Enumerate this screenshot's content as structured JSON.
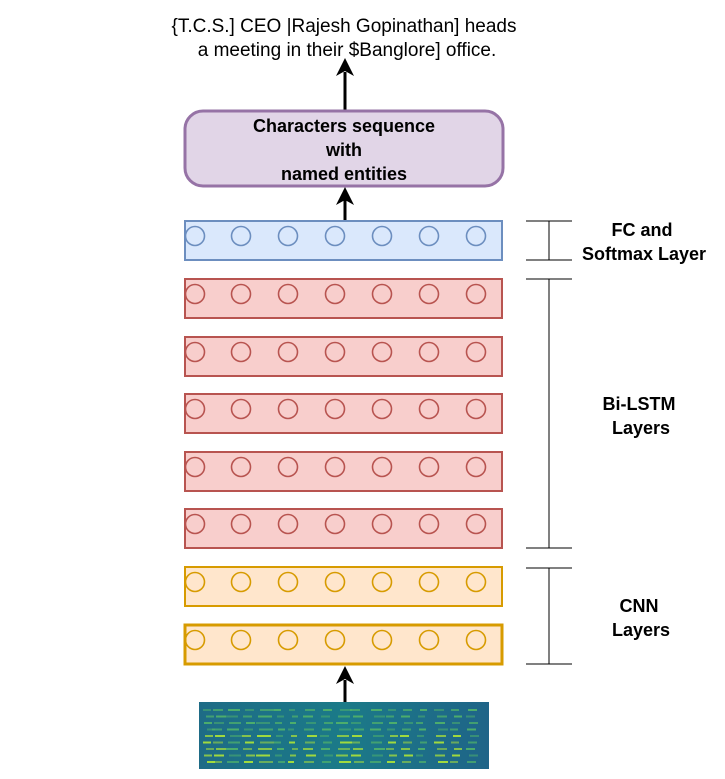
{
  "output_text": {
    "line1": "{T.C.S.] CEO |Rajesh Gopinathan] heads",
    "line2": "a meeting in their $Banglore] office."
  },
  "output_box": {
    "lines": [
      "Characters sequence",
      "with",
      "named entities"
    ],
    "fill": "#e1d5e7",
    "stroke": "#9673a6"
  },
  "layer_groups": [
    {
      "type": "fc",
      "lines": [
        "FC and",
        "Softmax Layer"
      ],
      "rows": 1,
      "fill": "#dae8fc",
      "stroke": "#6c8ebf"
    },
    {
      "type": "bilstm",
      "lines": [
        "Bi-LSTM",
        "Layers"
      ],
      "rows": 5,
      "fill": "#f8cecc",
      "stroke": "#b85450"
    },
    {
      "type": "cnn",
      "lines": [
        "CNN",
        "Layers"
      ],
      "rows": 2,
      "fill": "#ffe6cc",
      "stroke": "#d79b00"
    }
  ],
  "nodes_per_layer": 7,
  "input": {
    "icon": "spectrogram-icon"
  }
}
